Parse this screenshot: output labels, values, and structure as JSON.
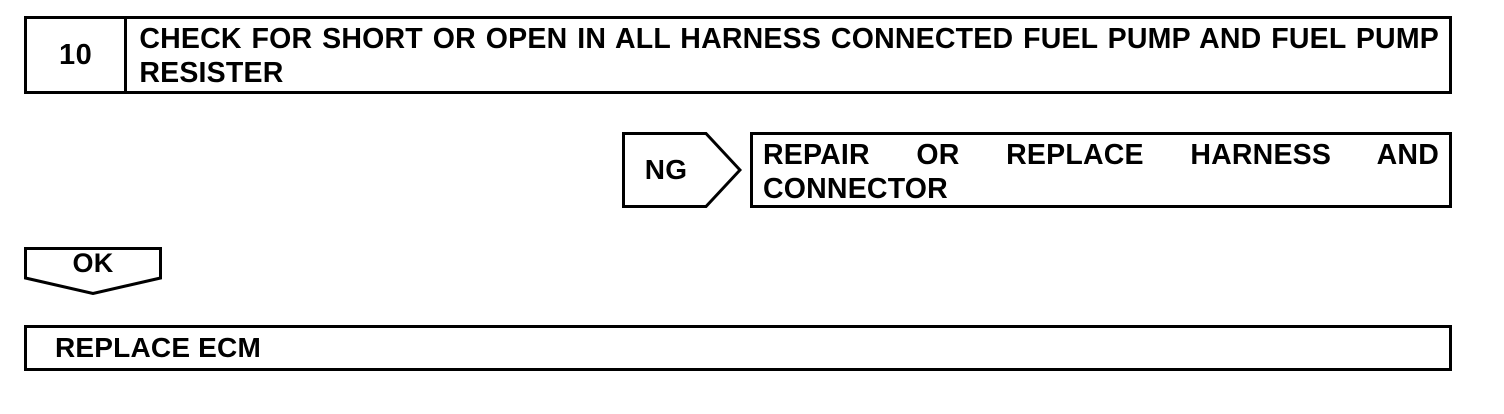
{
  "diagram": {
    "type": "troubleshooting-flowchart",
    "step": {
      "number": "10",
      "title": "CHECK FOR SHORT OR OPEN IN ALL HARNESS CONNECTED FUEL PUMP AND FUEL PUMP RESISTER"
    },
    "branches": [
      {
        "label": "NG",
        "shape": "pentagon-right",
        "action": "REPAIR OR REPLACE HARNESS AND CONNECTOR"
      },
      {
        "label": "OK",
        "shape": "pentagon-down",
        "action": "REPLACE ECM"
      }
    ],
    "colors": {
      "stroke": "#000000",
      "fill": "#ffffff",
      "text": "#000000"
    }
  }
}
